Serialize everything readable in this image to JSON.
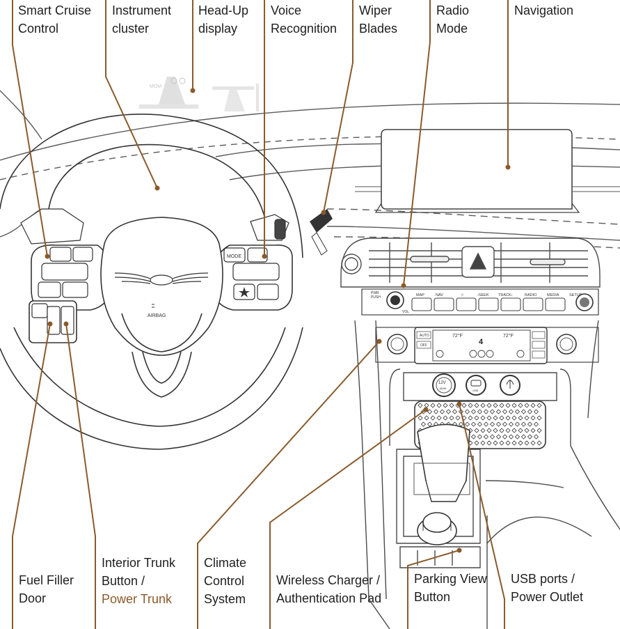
{
  "colors": {
    "leader": "#8a5a2b",
    "line_art": "#555555",
    "label_text": "#1e1e1e",
    "accent": "#8a5a2b"
  },
  "top_labels": [
    {
      "id": "smart-cruise-control",
      "lines": [
        "Smart Cruise",
        "Control"
      ]
    },
    {
      "id": "instrument-cluster",
      "lines": [
        "Instrument",
        "cluster"
      ]
    },
    {
      "id": "head-up-display",
      "lines": [
        "Head-Up",
        "display"
      ]
    },
    {
      "id": "voice-recognition",
      "lines": [
        "Voice",
        "Recognition"
      ]
    },
    {
      "id": "wiper-blades",
      "lines": [
        "Wiper",
        "Blades"
      ]
    },
    {
      "id": "radio-mode",
      "lines": [
        "Radio",
        "Mode"
      ]
    },
    {
      "id": "navigation",
      "lines": [
        "Navigation"
      ]
    }
  ],
  "bottom_labels": [
    {
      "id": "fuel-filler-door",
      "lines": [
        "Fuel Filler",
        "Door"
      ]
    },
    {
      "id": "interior-trunk-button",
      "lines": [
        "Interior Trunk",
        "Button /",
        "Power Trunk"
      ],
      "accent_line": 2
    },
    {
      "id": "climate-control-system",
      "lines": [
        "Climate",
        "Control",
        "System"
      ]
    },
    {
      "id": "wireless-charger",
      "lines": [
        "Wireless Charger /",
        "Authentication Pad"
      ]
    },
    {
      "id": "parking-view-button",
      "lines": [
        "Parking View",
        "Button"
      ]
    },
    {
      "id": "usb-ports",
      "lines": [
        "USB ports /",
        "Power Outlet"
      ]
    }
  ],
  "art_text": {
    "airbag": "AIRBAG",
    "mode": "MODE",
    "pwr_push": "PWR",
    "push": "PUSH",
    "vol": "VOL",
    "auto": "AUTO",
    "off": "OFF",
    "temp_left": "72°F",
    "temp_right": "72°F",
    "fan": "4",
    "usb": "USB",
    "outlet": "12V",
    "outlet_rating": "180W",
    "radio_buttons": [
      "MAP",
      "NAV",
      "☆",
      "‹SEEK",
      "TRACK›",
      "RADIO",
      "MEDIA",
      "SETUP"
    ]
  }
}
